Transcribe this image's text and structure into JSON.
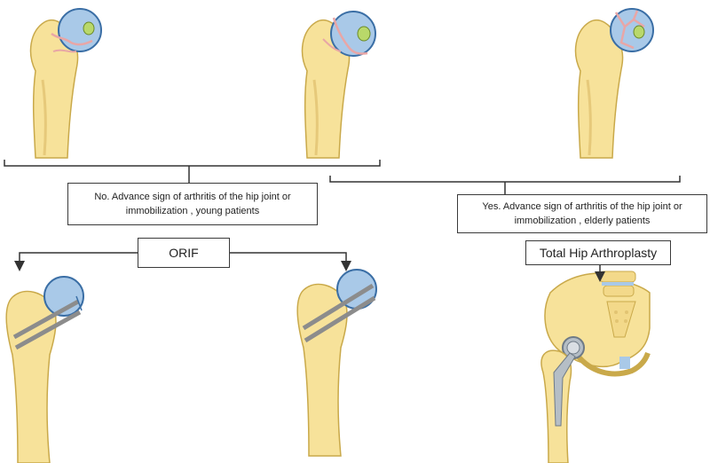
{
  "boxes": {
    "no": {
      "line1": "No. Advance sign of arthritis of the hip joint or",
      "line2": "immobilization , young patients"
    },
    "yes": {
      "line1": "Yes. Advance sign of arthritis of the hip joint or",
      "line2": "immobilization , elderly patients"
    },
    "orif": "ORIF",
    "tha": "Total Hip Arthroplasty"
  },
  "colors": {
    "bone": "#f7e29a",
    "bone_outline": "#c9a94a",
    "femoral_head": "#a9c9e8",
    "head_outline": "#3a6ea5",
    "fracture_line": "#e8a6a6",
    "lesion": "#b9d86a",
    "screw": "#8c8c8c",
    "line": "#333333",
    "implant": "#b5bec6"
  }
}
